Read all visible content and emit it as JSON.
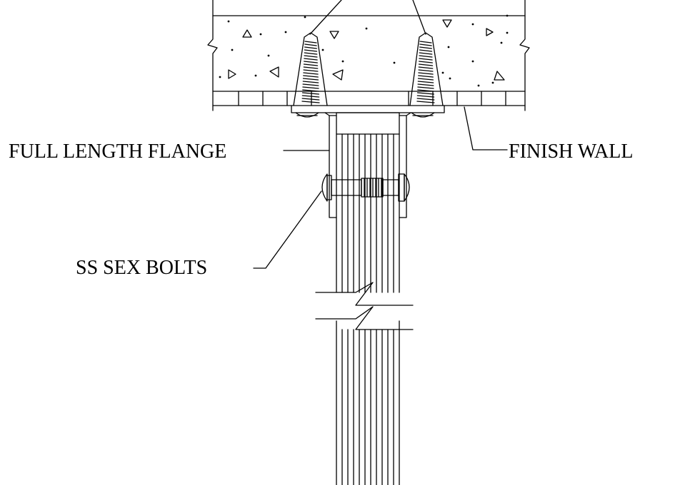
{
  "labels": {
    "full_length_flange": "FULL LENGTH FLANGE",
    "finish_wall": "FINISH WALL",
    "ss_sex_bolts": "SS SEX BOLTS"
  },
  "colors": {
    "line": "#000000",
    "background": "#ffffff"
  }
}
